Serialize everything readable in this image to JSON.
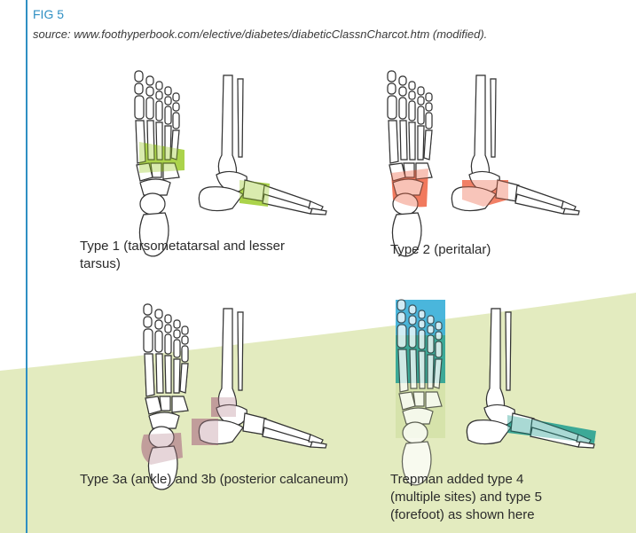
{
  "figure": {
    "label": "FIG 5",
    "source": "source: www.foothyperbook.com/elective/diabetes/diabeticClassnCharcot.htm (modified)."
  },
  "panels": [
    {
      "caption": "Type 1 (tarsometatarsal and lesser tarsus)",
      "highlight_color": "#9ccb2b"
    },
    {
      "caption": "Type 2 (peritalar)",
      "highlight_color": "#ef6a4b"
    },
    {
      "caption": "Type 3a (ankle) and 3b (posterior calcaneum)",
      "highlight_color": "#b5838f"
    },
    {
      "caption": "Trepman added type 4 (multiple sites) and type 5 (forefoot) as shown here",
      "highlight_color": "#1fa9a0"
    }
  ],
  "colors": {
    "accent": "#2f8fc3",
    "background_band": "#e3ebbf",
    "type4_forefoot": "#2aa9d6",
    "type4_midfoot": "#1f9e8f",
    "type4_rearfoot": "#d4e2a8"
  }
}
